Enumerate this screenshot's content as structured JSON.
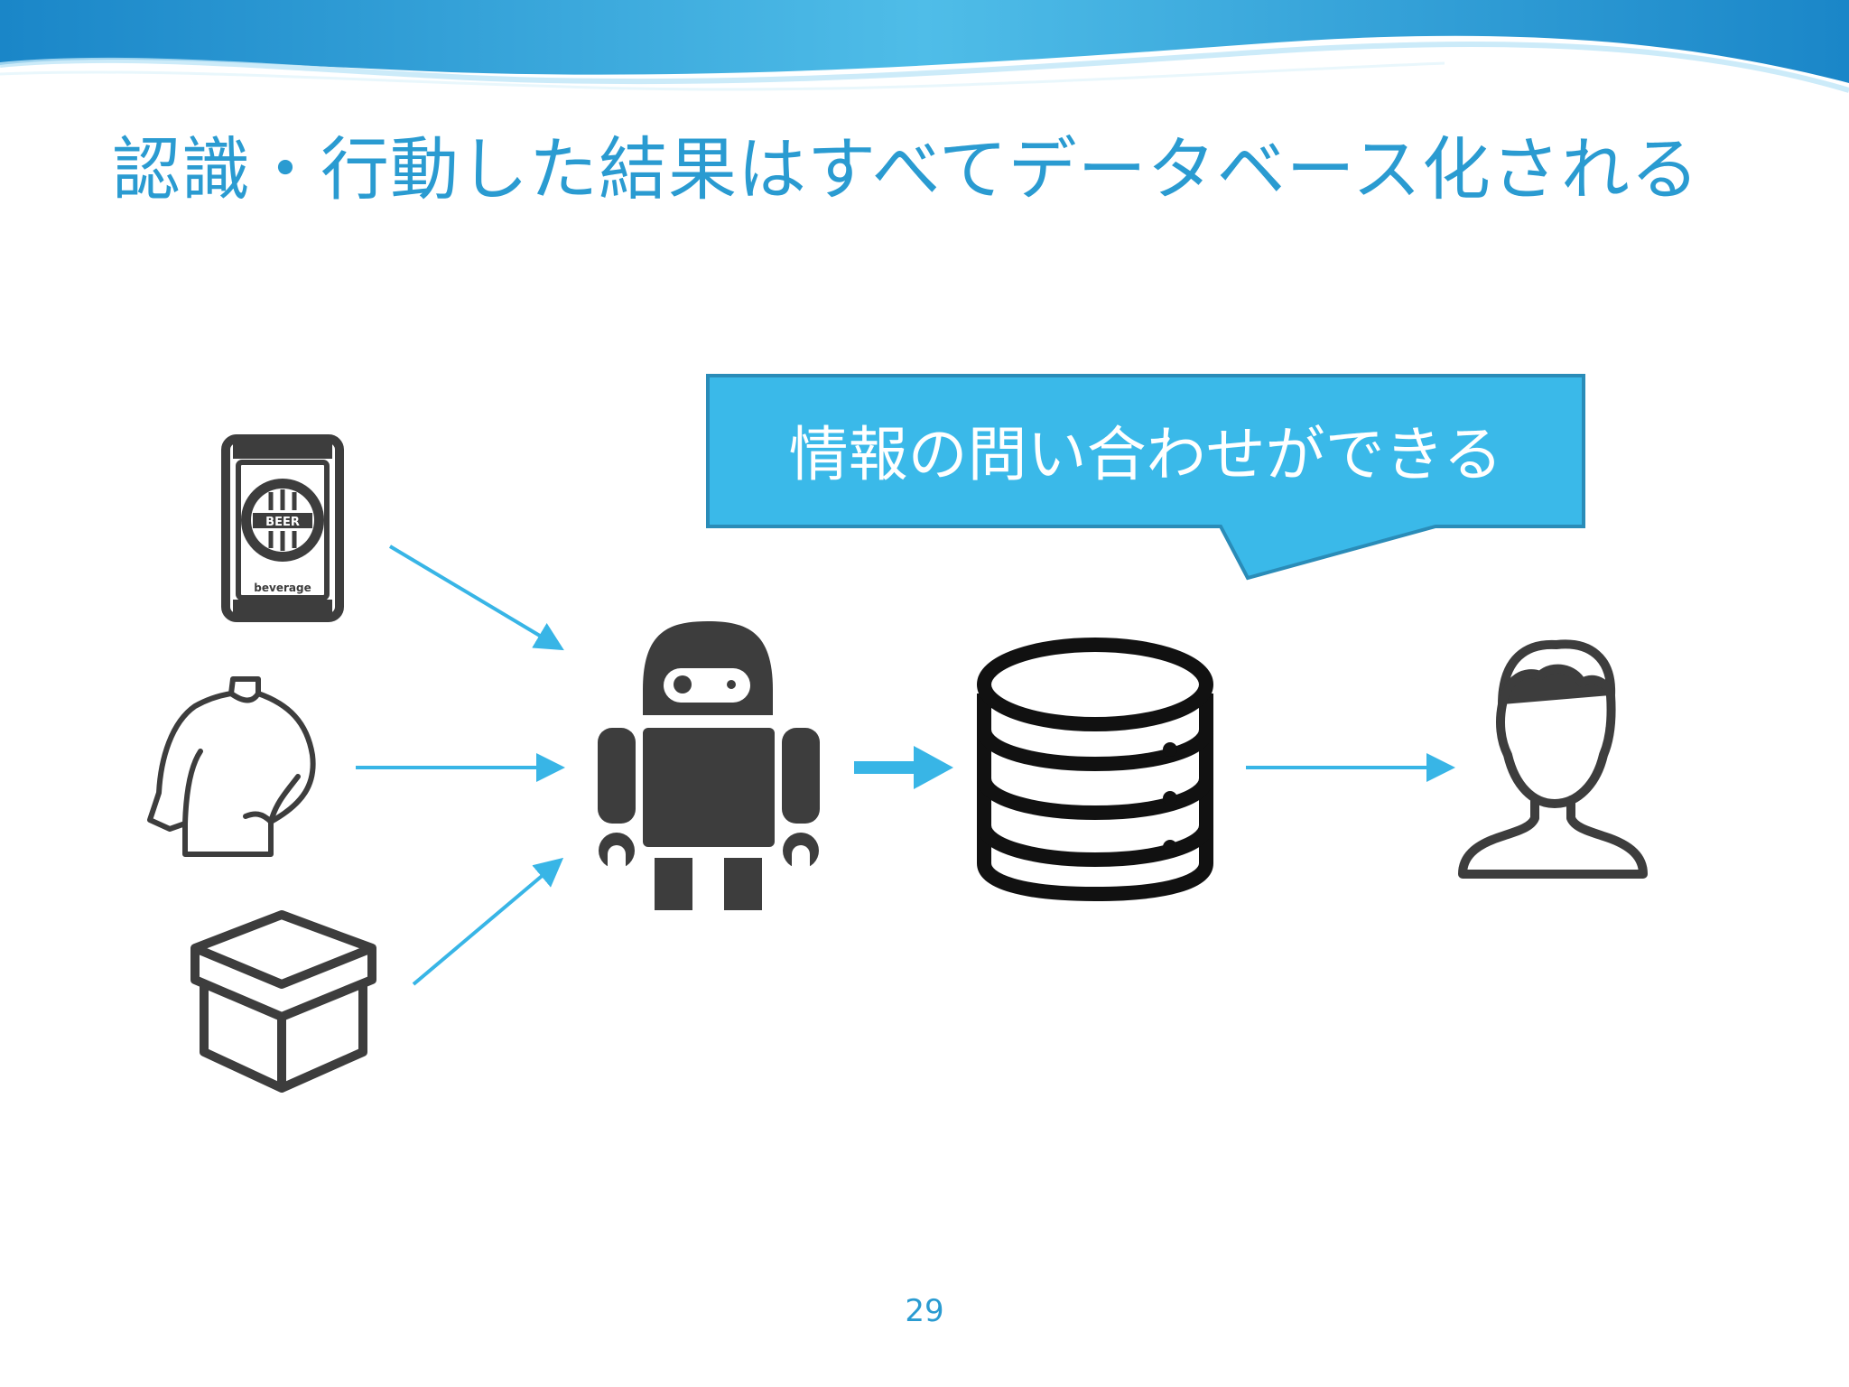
{
  "slide": {
    "title": "認識・行動した結果はすべてデータベース化される",
    "page_number": "29"
  },
  "callout": {
    "text": "情報の問い合わせができる",
    "fill_color": "#3ab9e9",
    "stroke_color": "#2a8cb8"
  },
  "icons": {
    "beer_can": {
      "name": "beer-can-icon",
      "label_top": "BEER",
      "label_bottom": "beverage"
    },
    "shirt": {
      "name": "shirt-icon"
    },
    "box": {
      "name": "box-icon"
    },
    "robot": {
      "name": "robot-icon"
    },
    "database": {
      "name": "database-icon"
    },
    "person": {
      "name": "person-icon"
    }
  },
  "colors": {
    "accent": "#2a9bd1",
    "arrow": "#38b5e6",
    "icon_dark": "#3d3d3d",
    "header_blue": "#1f8fd0"
  }
}
